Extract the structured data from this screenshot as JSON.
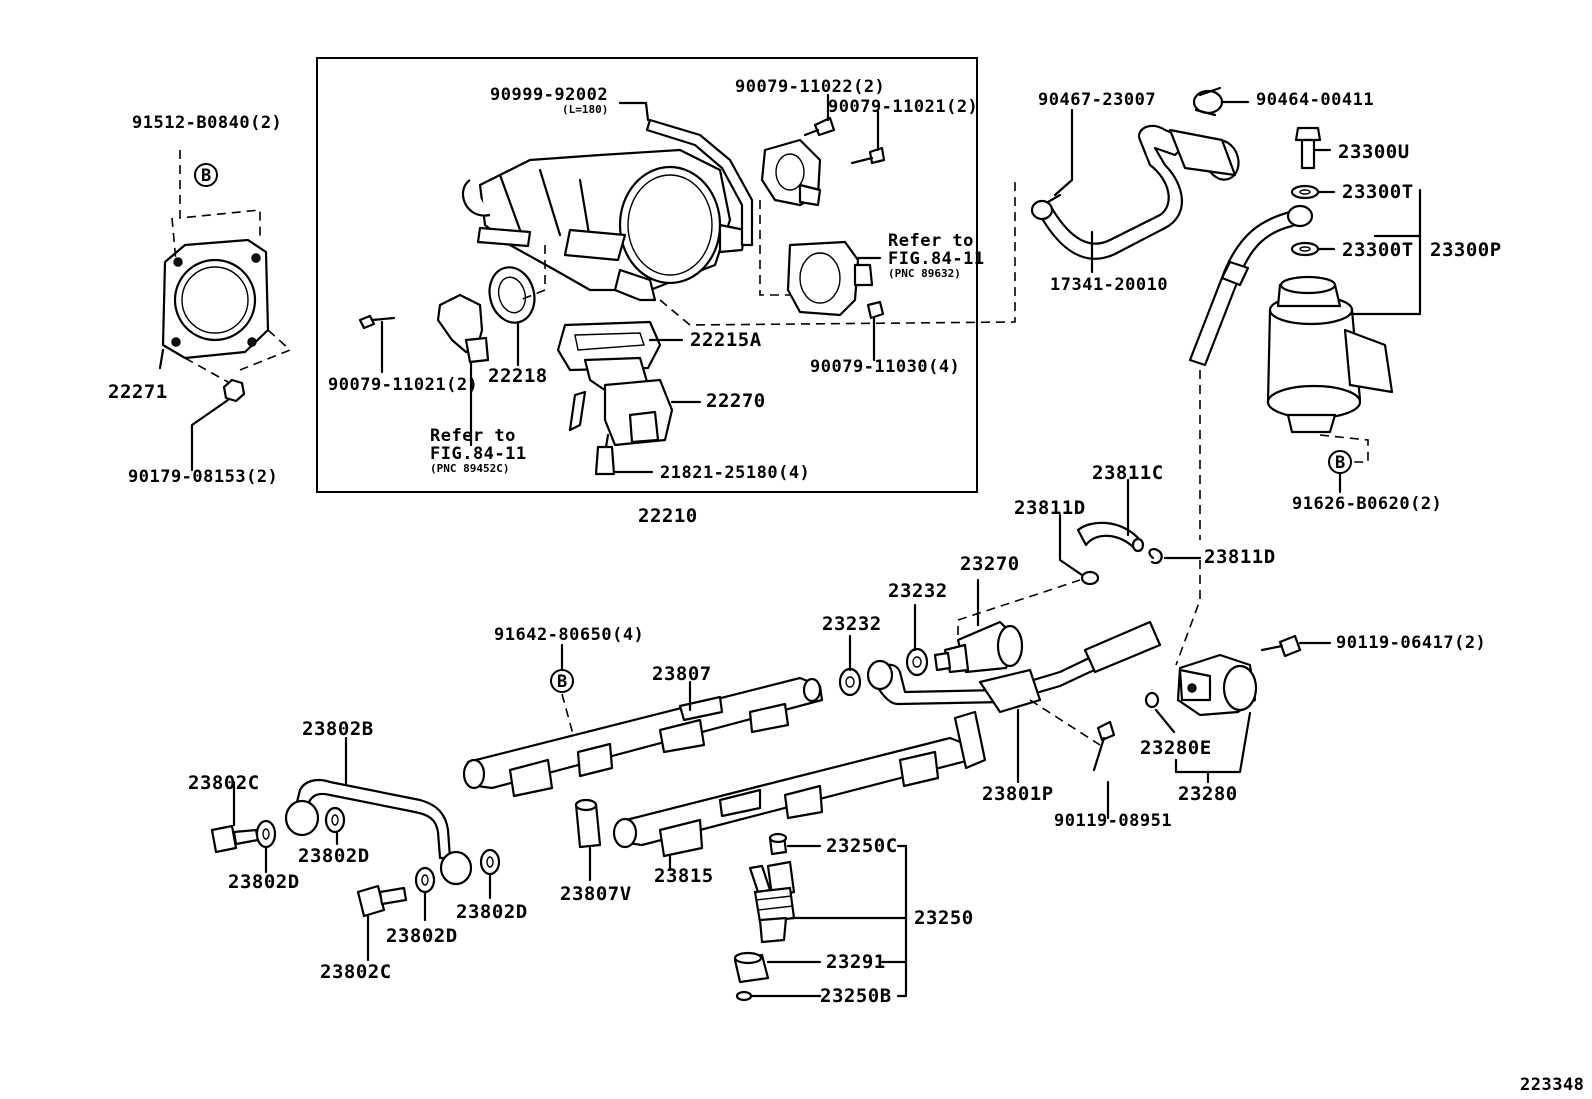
{
  "diagram_id": "223348",
  "group_box_label": "22210",
  "labels": {
    "p91512": "91512-B0840(2)",
    "p22271": "22271",
    "p90179": "90179-08153(2)",
    "p90999": "90999-92002",
    "p90999_len": "(L=180)",
    "p90079_11022": "90079-11022(2)",
    "p90079_11021_top": "90079-11021(2)",
    "refer_top_1": "Refer to",
    "refer_top_2": "FIG.84-11",
    "refer_top_3": "(PNC 89632)",
    "p22215A": "22215A",
    "p22218": "22218",
    "p22270": "22270",
    "p90079_11021_left": "90079-11021(2)",
    "p90079_11030": "90079-11030(4)",
    "refer_bot_1": "Refer to",
    "refer_bot_2": "FIG.84-11",
    "refer_bot_3": "(PNC 89452C)",
    "p21821": "21821-25180(4)",
    "p90467": "90467-23007",
    "p90464": "90464-00411",
    "p17341": "17341-20010",
    "p23300U": "23300U",
    "p23300T_a": "23300T",
    "p23300T_b": "23300T",
    "p23300P": "23300P",
    "p91626": "91626-B0620(2)",
    "p23811C": "23811C",
    "p23811D_left": "23811D",
    "p23811D_right": "23811D",
    "p23270": "23270",
    "p23232_a": "23232",
    "p23232_b": "23232",
    "p91642": "91642-80650(4)",
    "p23807": "23807",
    "p90119_06417": "90119-06417(2)",
    "p23280E": "23280E",
    "p23280": "23280",
    "p23801P": "23801P",
    "p90119_08951": "90119-08951",
    "p23802B": "23802B",
    "p23802C_top": "23802C",
    "p23802D_a": "23802D",
    "p23802D_b": "23802D",
    "p23802D_c": "23802D",
    "p23802D_d": "23802D",
    "p23802C_bot": "23802C",
    "p23807V": "23807V",
    "p23815": "23815",
    "p23250C": "23250C",
    "p23250": "23250",
    "p23291": "23291",
    "p23250B": "23250B",
    "bolt_marker": "B"
  }
}
